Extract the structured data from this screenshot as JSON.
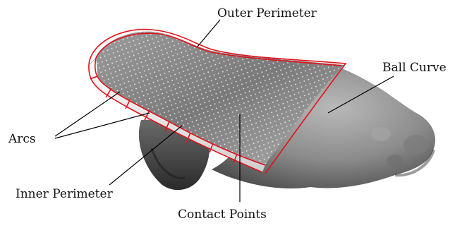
{
  "labels": {
    "outer_perimeter": "Outer Perimeter",
    "ball_curve": "Ball Curve",
    "arcs": "Arcs",
    "inner_perimeter": "Inner Perimeter",
    "contact_points": "Contact Points"
  },
  "colors": {
    "outline": "#e0141c",
    "dots": "#ffffff",
    "leader": "#000000"
  }
}
